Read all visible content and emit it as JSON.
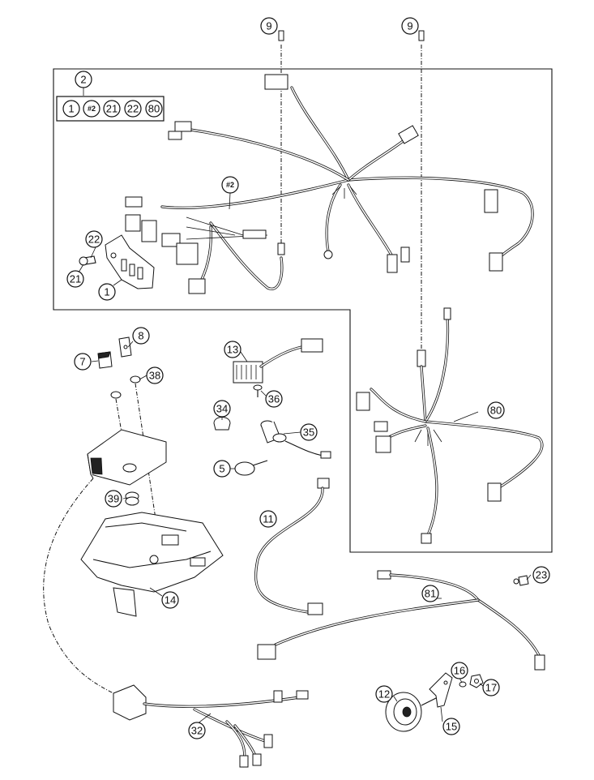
{
  "callouts": {
    "c9a": "9",
    "c9b": "9",
    "c2": "2",
    "set": [
      "1",
      "#2",
      "21",
      "22",
      "80"
    ],
    "harness_main": "#2",
    "c22": "22",
    "c21": "21",
    "c1": "1",
    "c8": "8",
    "c7": "7",
    "c38": "38",
    "c13": "13",
    "c36": "36",
    "c34": "34",
    "c35": "35",
    "c5": "5",
    "c39": "39",
    "c14": "14",
    "c11": "11",
    "c80": "80",
    "c23": "23",
    "c81": "81",
    "c16": "16",
    "c17": "17",
    "c12": "12",
    "c15": "15",
    "c32": "32"
  }
}
